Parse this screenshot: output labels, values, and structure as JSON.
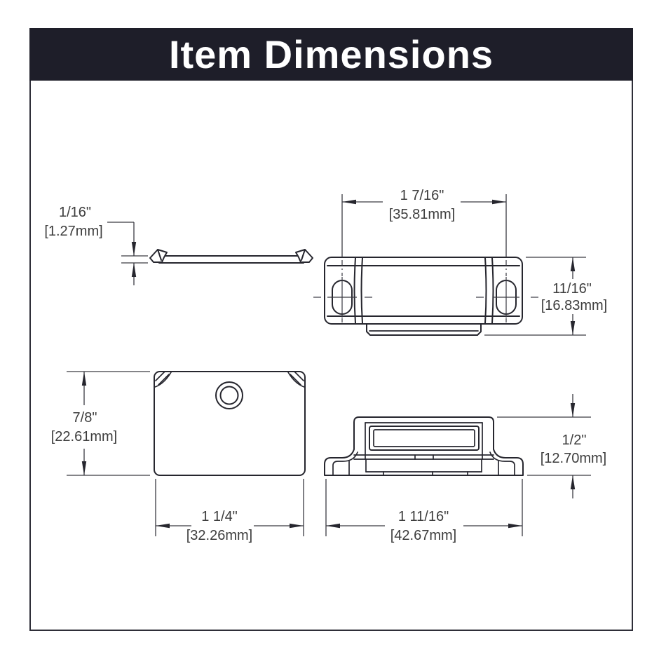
{
  "title": "Item Dimensions",
  "colors": {
    "header_bg": "#1e1e29",
    "header_text": "#ffffff",
    "line": "#26262e",
    "dimension_text": "#3d3d3d",
    "background": "#ffffff",
    "border": "#2e2e38"
  },
  "dims": {
    "thickness": {
      "inch": "1/16\"",
      "mm": "[1.27mm]"
    },
    "screw_spacing": {
      "inch": "1 7/16\"",
      "mm": "[35.81mm]"
    },
    "depth": {
      "inch": "11/16\"",
      "mm": "[16.83mm]"
    },
    "plate_height": {
      "inch": "7/8\"",
      "mm": "[22.61mm]"
    },
    "plate_width": {
      "inch": "1 1/4\"",
      "mm": "[32.26mm]"
    },
    "body_width": {
      "inch": "1 11/16\"",
      "mm": "[42.67mm]"
    },
    "body_height": {
      "inch": "1/2\"",
      "mm": "[12.70mm]"
    }
  }
}
